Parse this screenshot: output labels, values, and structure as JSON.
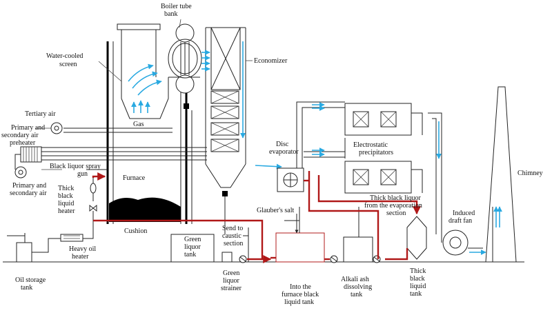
{
  "labels": {
    "boiler_tube_bank": [
      "Boiler tube",
      "bank"
    ],
    "water_cooled_screen": [
      "Water-cooled",
      "screen"
    ],
    "economizer": "Economizer",
    "tertiary_air": "Tertiary air",
    "primary_secondary_preheater": [
      "Primary and",
      "secondary air",
      "preheater"
    ],
    "gas": "Gas",
    "black_liquor_spray_gun": [
      "Black liquor spray",
      "gun"
    ],
    "primary_secondary_air": [
      "Primary and",
      "secondary air"
    ],
    "furnace": "Furnace",
    "thick_black_liquid_heater": [
      "Thick",
      "black",
      "liquid",
      "heater"
    ],
    "cushion": "Cushion",
    "heavy_oil_heater": [
      "Heavy oil",
      "heater"
    ],
    "oil_storage_tank": [
      "Oil storage",
      "tank"
    ],
    "green_liquor_tank": [
      "Green",
      "liquor",
      "tank"
    ],
    "send_to_caustic": [
      "Send to",
      "caustic",
      "section"
    ],
    "green_liquor_strainer": [
      "Green",
      "liquor",
      "strainer"
    ],
    "disc_evaporator": [
      "Disc",
      "evaporator"
    ],
    "glaubers_salt": "Glauber's salt",
    "electrostatic_precipitators": [
      "Electrostatic",
      "precipitators"
    ],
    "thick_black_liquor_evap": [
      "Thick black liquor",
      "from the evaporation",
      "section"
    ],
    "into_furnace_tank": [
      "Into the",
      "furnace black",
      "liquid tank"
    ],
    "alkali_ash_tank": [
      "Alkali ash",
      "dissolving",
      "tank"
    ],
    "thick_black_liquid_tank": [
      "Thick",
      "black",
      "liquid",
      "tank"
    ],
    "induced_draft_fan": [
      "Induced",
      "draft fan"
    ],
    "chimney": "Chimney"
  },
  "colors": {
    "line": "#222222",
    "liquor_flow": "#b01818",
    "gas_flow": "#29a9e1",
    "ash": "#000000"
  }
}
